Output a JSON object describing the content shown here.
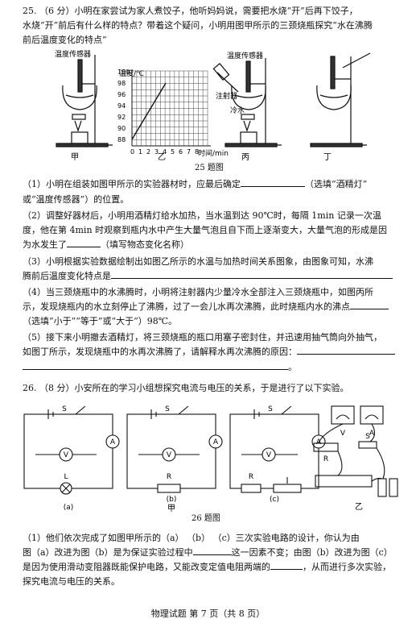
{
  "q25": {
    "intro_a": "25.   （6 分）小明在家尝试为家人煮饺子，他听妈妈说，需要把水烧“开”后再下饺子，",
    "intro_b": "水烧“开”前后有什么样的特点？带着这个疑问，小明用图甲所示的三颈烧瓶探究“水在沸腾",
    "intro_c": "前后温度变化的特点”",
    "fig_labels": {
      "sensor_a": "温度传感器",
      "sensor_b": "温度传感器",
      "syringe": "注射器",
      "cold_water": "冷水",
      "y_axis": "温度/℃",
      "x_axis": "时间/min",
      "y_ticks": [
        "100",
        "98",
        "96",
        "94",
        "92",
        "90",
        "88"
      ],
      "x_ticks": [
        "0",
        "1",
        "2",
        "3",
        "4",
        "5",
        "6",
        "7",
        "8"
      ],
      "jia": "甲",
      "yi": "乙",
      "bing": "丙",
      "ding": "丁",
      "title": "25 题图"
    },
    "s1_a": "（1）小明在组装如图甲所示的实验器材时，应最后确定",
    "s1_b": "（选填“酒精灯”",
    "s1_c": "或“温度传感器”）的位置。",
    "s2_a": "（2）调整好器材后，小明用酒精灯给水加热，当水温到达 90℃时，每隔 1min 记录一次温",
    "s2_b": "度，他在第 4min 时观察到瓶内水中产生大量气泡且自下而上逐渐变大，大量气泡的形成是因",
    "s2_c": "为水发生了",
    "s2_d": "（填写物态变化名称）",
    "s3_a": "（3）小明根据实验数据绘制出如图乙所示的水温与加热时间关系图象，由图象可知，水沸",
    "s3_b": "腾前后温度变化特点是",
    "s4_a": "（4）当三颈烧瓶中的水沸腾时，小明将注射器内少量冷水全部注入三颈烧瓶中，如图丙所",
    "s4_b": "示，发现烧瓶内的水立刻停止了沸腾，过了一会儿水再次沸腾，此时烧瓶内水的沸点",
    "s4_c": "（选填“小于”“等于”或“大于”）98℃。",
    "s5_a": "（5）接下来小明撤去酒精灯，将三颈烧瓶的瓶口用塞子密封住，并迅速用抽气筒向外抽气，",
    "s5_b": "如图丁所示，发现烧瓶中的水再次沸腾了，请解释水再次沸腾的原因：",
    "s5_end": "。"
  },
  "q26": {
    "intro": "26.   （8 分）小安所在的学习小组想探究电流与电压的关系，于是进行了以下实验。",
    "fig_labels": {
      "switch": "S",
      "voltmeter": "V",
      "ammeter": "A",
      "lamp": "L",
      "resistor": "R",
      "a": "(a)",
      "b": "(b)",
      "c": "(c)",
      "jia": "甲",
      "yi": "乙",
      "title": "26 题图"
    },
    "s1_a": "（1）他们依次完成了如图甲所示的（a）    （b）    （c）三次实验电路的设计，你认为由",
    "s1_b": "图（a）改进为图（b）是为保证实验过程中",
    "s1_c": "这一因素不变；由图（b）改进为图（c）",
    "s1_d": "是因为使用滑动变阻器既能保护电路，又能改变定值电阻两端的",
    "s1_e": "，从而进行多次实验，",
    "s1_f": "探究电流与电压的关系。"
  },
  "footer": "物理试题  第 7 页（共 8 页）"
}
